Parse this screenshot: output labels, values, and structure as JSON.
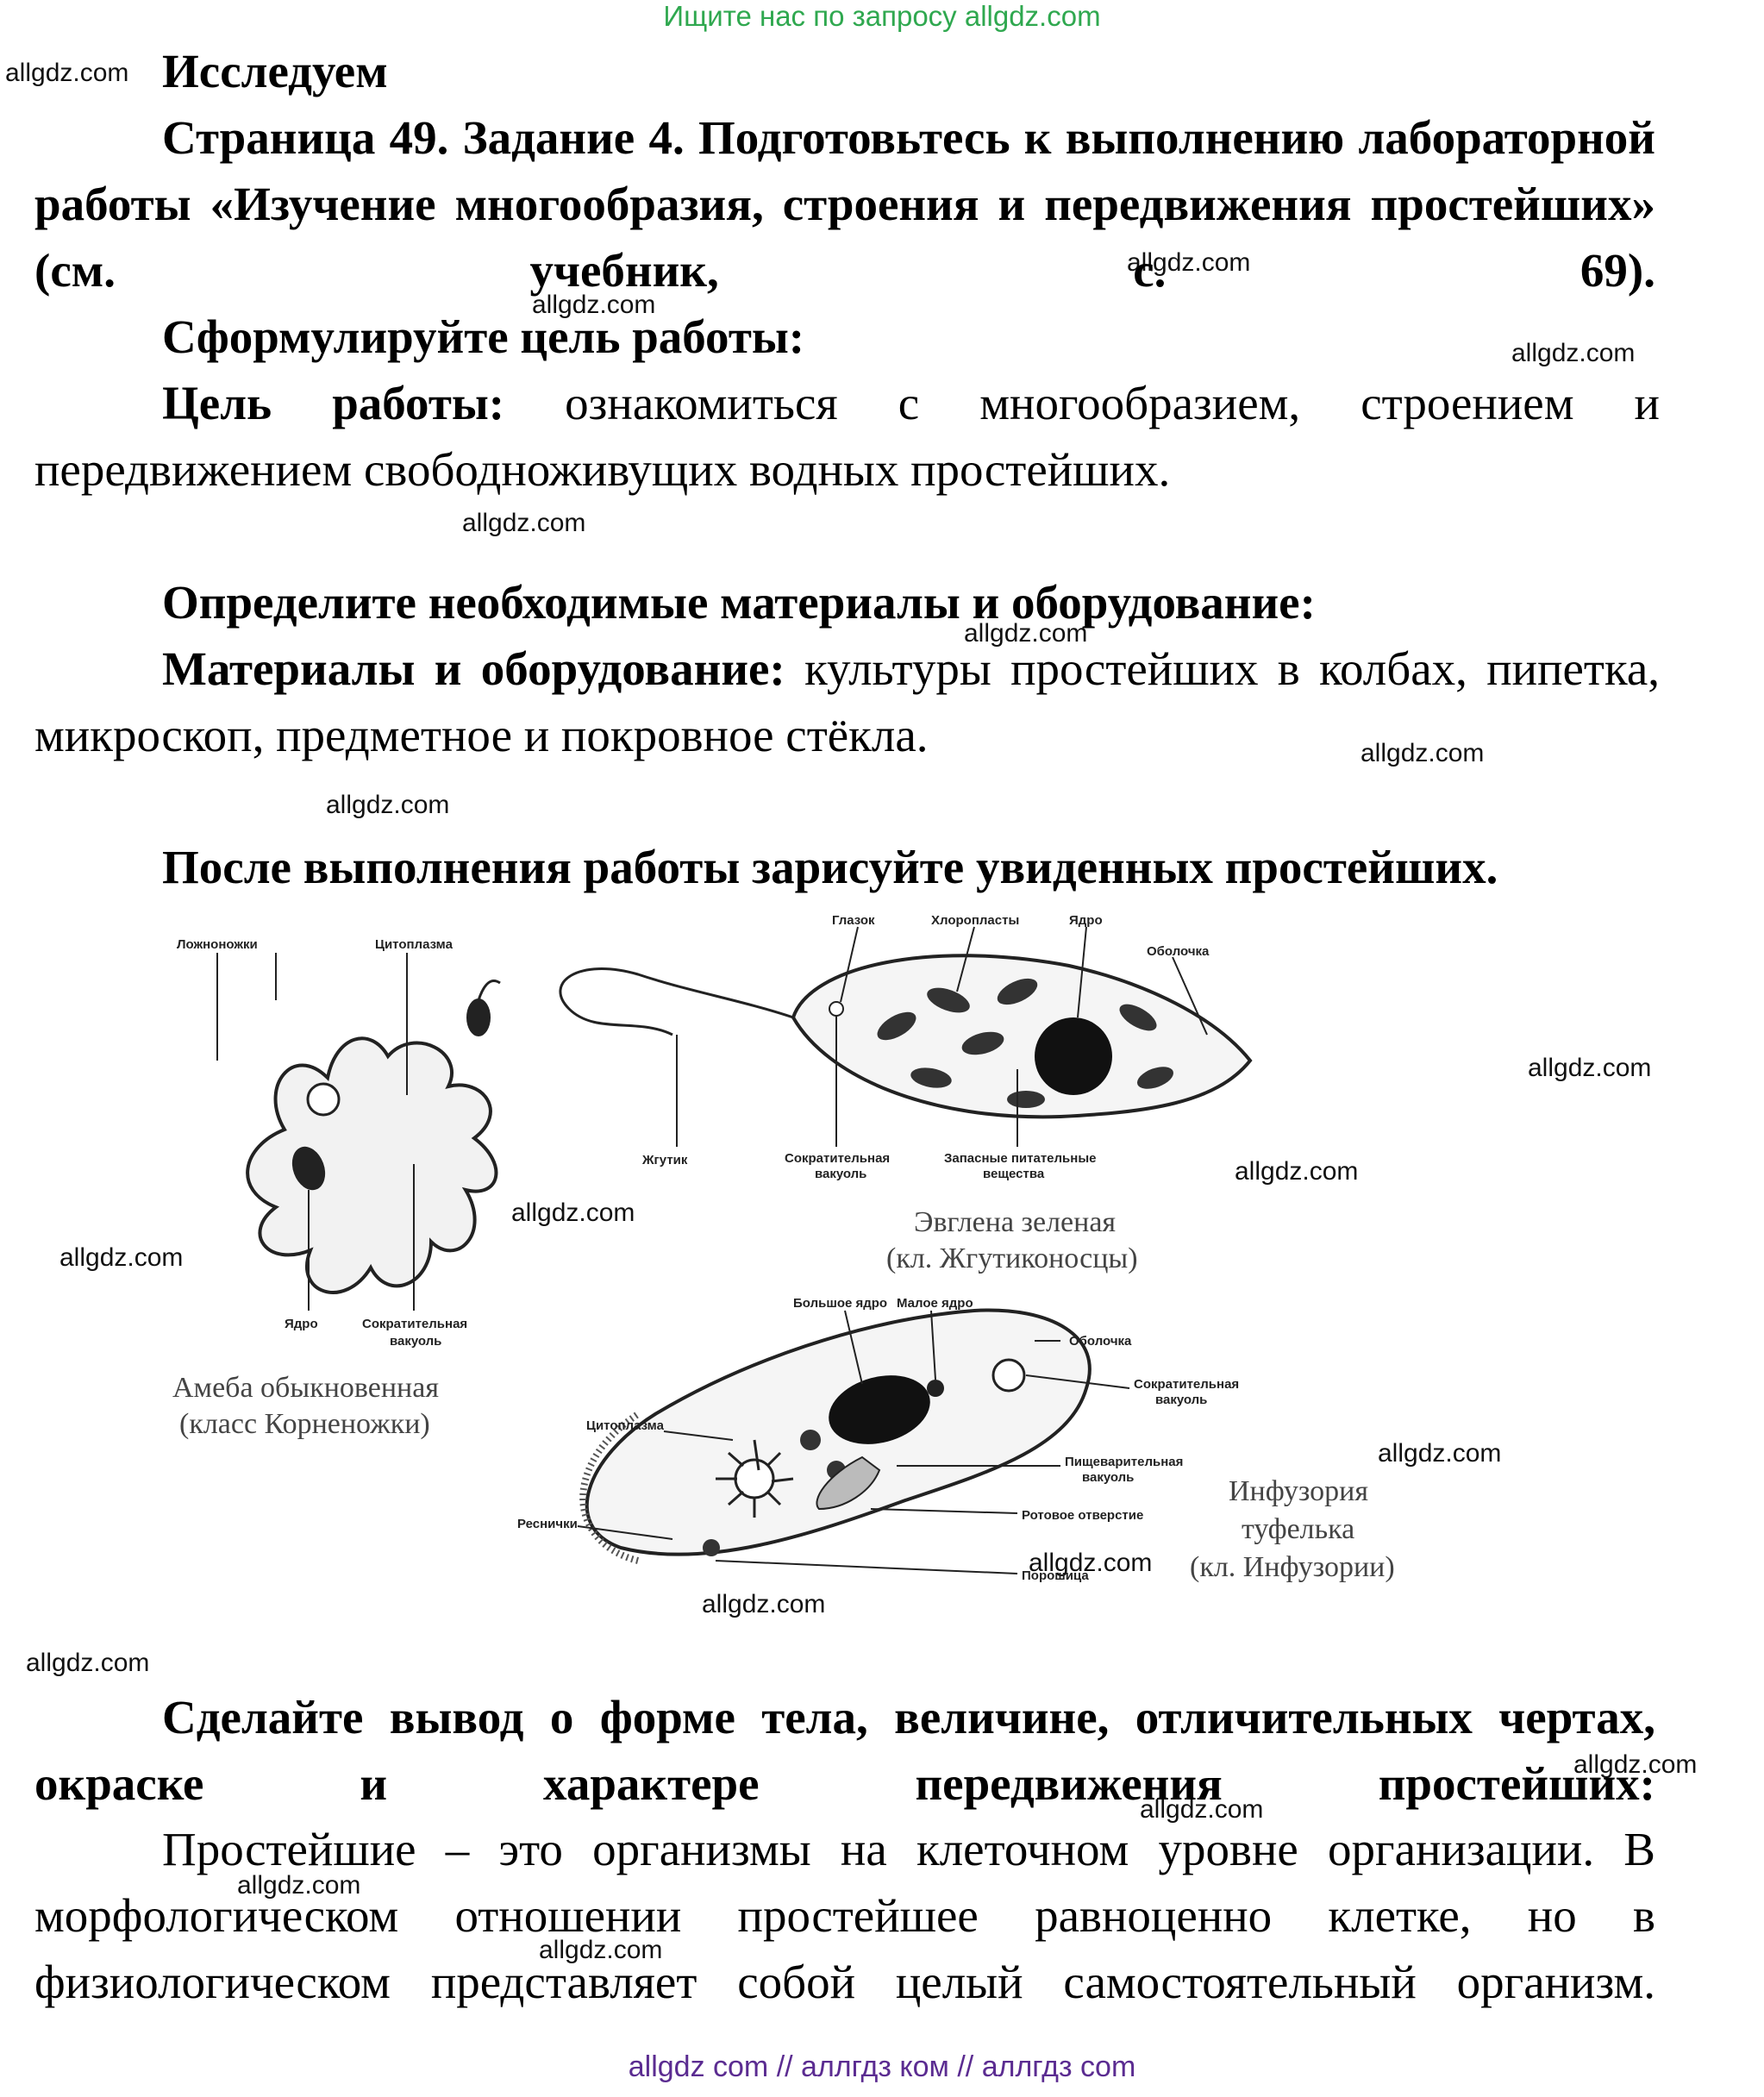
{
  "banner": "Ищите нас по запросу allgdz.com",
  "watermark": "allgdz.com",
  "heading": "Исследуем",
  "task": "Страница 49. Задание 4. Подготовьтесь к выполнению лабораторной работы «Изучение многообразия, строения и передвижения простейших» (см. учебник, с. 69).",
  "q_goal": "Сформулируйте цель работы:",
  "goal_label": "Цель работы:",
  "goal_text": " ознакомиться с многообразием, строением и передвижением свободноживущих водных простейших.",
  "q_materials": "Определите необходимые материалы и оборудование:",
  "materials_label": "Материалы и оборудование:",
  "materials_text": " культуры простейших в колбах, пипетка, микроскоп, предметное и покровное стёкла.",
  "q_draw": "После выполнения работы зарисуйте увиденных простейших.",
  "figure": {
    "amoeba": {
      "labels": [
        "Ложноножки",
        "Цитоплазма",
        "Ядро",
        "Сократительная",
        "вакуоль"
      ],
      "caption1": "Амеба обыкновенная",
      "caption2": "(класс Корненожки)"
    },
    "euglena": {
      "labels": [
        "Глазок",
        "Хлоропласты",
        "Ядро",
        "Оболочка",
        "Жгутик",
        "Сократительная",
        "вакуоль",
        "Запасные питательные",
        "вещества"
      ],
      "caption1": "Эвглена зеленая",
      "caption2": "(кл. Жгутиконосцы)"
    },
    "paramecium": {
      "labels": [
        "Большое ядро",
        "Малое ядро",
        "Оболочка",
        "Сократительная",
        "вакуоль",
        "Цитоплазма",
        "Пищеварительная",
        "вакуоль",
        "Реснички",
        "Ротовое отверстие",
        "Порошица"
      ],
      "caption1": "Инфузория",
      "caption2": "туфелька",
      "caption3": "(кл. Инфузории)"
    }
  },
  "q_conclusion": "Сделайте вывод о форме тела, величине, отличительных чертах, окраске и характере передвижения простейших:",
  "conclusion": "Простейшие – это организмы на клеточном уровне организации. В морфологическом отношении простейшее равноценно клетке, но в физиологическом представляет собой целый самостоятельный организм.",
  "footer": "allgdz com  //  аллгдз ком  //  аллгдз com"
}
